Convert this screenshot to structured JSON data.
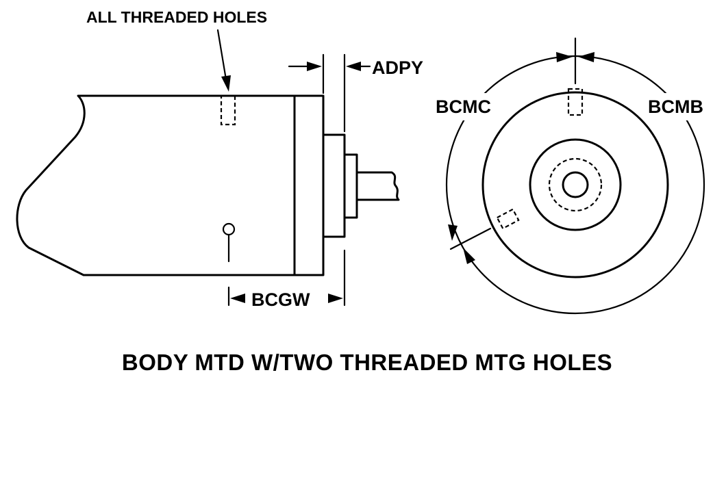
{
  "labels": {
    "note": "ALL THREADED HOLES",
    "adpy": "ADPY",
    "bcmc": "BCMC",
    "bcmb": "BCMB",
    "bcgw": "BCGW",
    "caption": "BODY MTD W/TWO THREADED MTG HOLES"
  },
  "colors": {
    "line": "#000000",
    "background": "#ffffff"
  }
}
